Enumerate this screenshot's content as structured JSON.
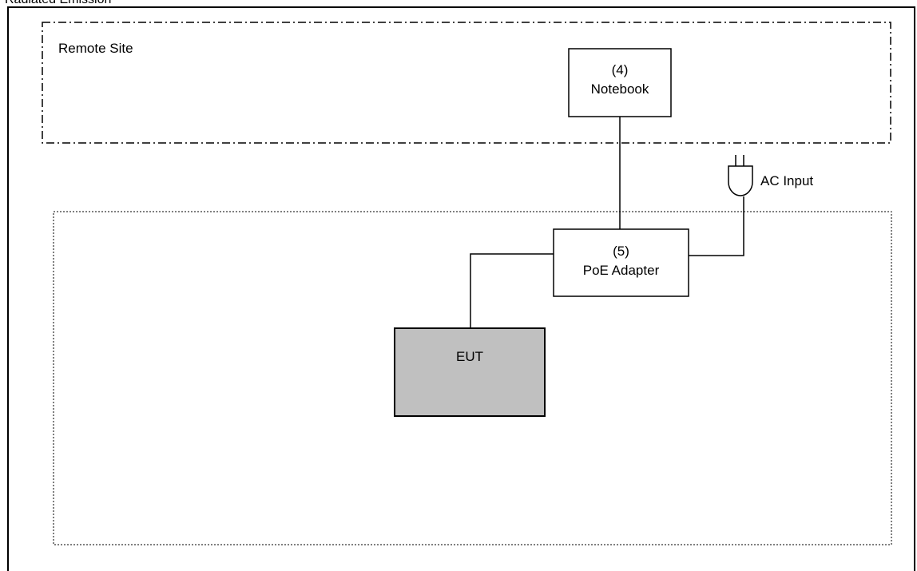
{
  "page": {
    "title": "Radiated Emission"
  },
  "remote_site": {
    "label": "Remote Site"
  },
  "devices": {
    "notebook": {
      "number": "(4)",
      "name": "Notebook"
    },
    "poe_adapter": {
      "number": "(5)",
      "name": "PoE Adapter"
    },
    "eut": {
      "name": "EUT"
    }
  },
  "power": {
    "label": "AC Input",
    "icon": "plug-icon"
  },
  "colors": {
    "eut_fill": "#c0c0c0",
    "line": "#000000"
  }
}
